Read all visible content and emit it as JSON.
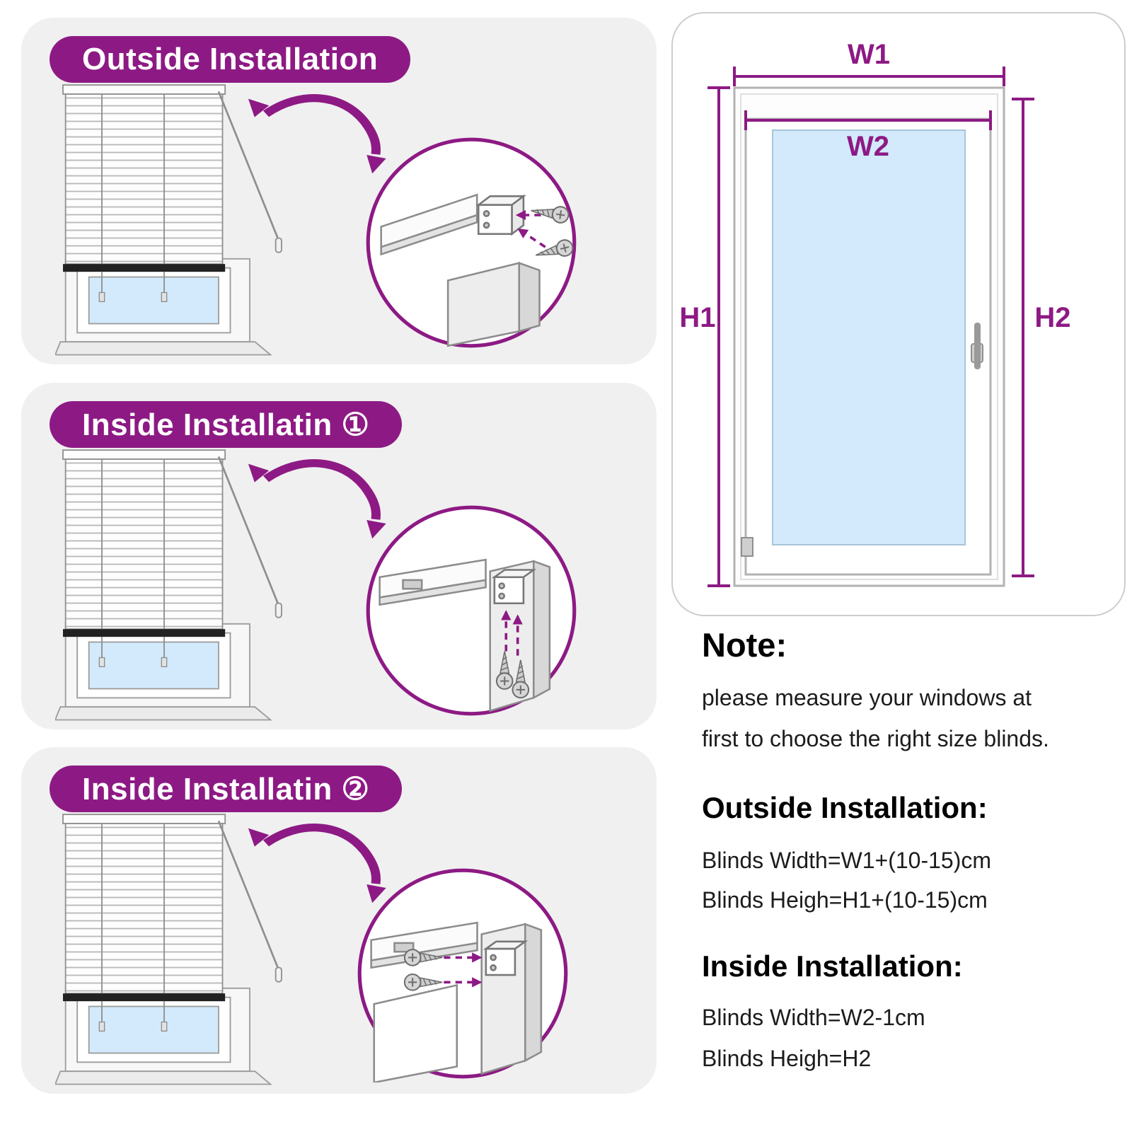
{
  "colors": {
    "accent": "#8d1a84",
    "panel_background": "#f0f0f0",
    "glass_blue": "#d2eafc",
    "pill_text": "#ffffff"
  },
  "panels": [
    {
      "title": "Outside Installation"
    },
    {
      "title": "Inside Installatin ①"
    },
    {
      "title": "Inside Installatin ②"
    }
  ],
  "window_diagram": {
    "w1": "W1",
    "w2": "W2",
    "h1": "H1",
    "h2": "H2"
  },
  "notes": {
    "note_title": "Note:",
    "body_line1": "please measure your windows at",
    "body_line2": "first to choose the right size blinds.",
    "outside_title": "Outside Installation:",
    "outside_line1": "Blinds Width=W1+(10-15)cm",
    "outside_line2": "Blinds Heigh=H1+(10-15)cm",
    "inside_title": "Inside Installation:",
    "inside_line1": "Blinds Width=W2-1cm",
    "inside_line2": "Blinds Heigh=H2"
  }
}
